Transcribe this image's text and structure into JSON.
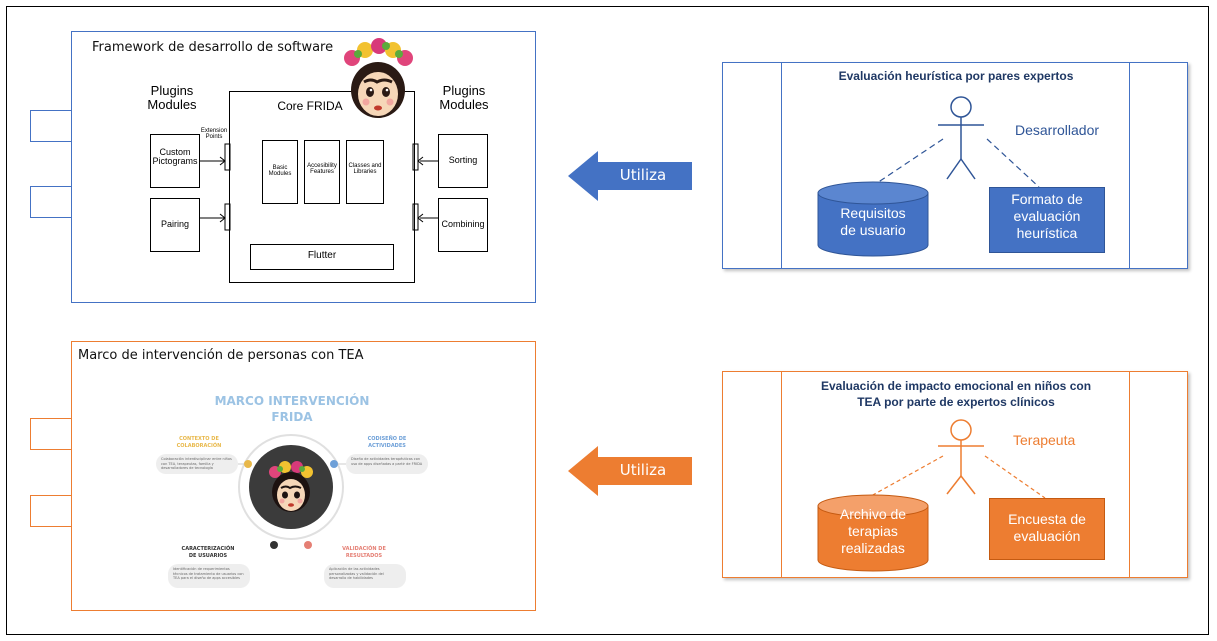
{
  "framework_panel": {
    "title": "Framework de desarrollo de software",
    "core_title": "Core FRIDA",
    "plugins_left": "Plugins\nModules",
    "plugins_right": "Plugins\nModules",
    "extension_points": "Extension\nPoints",
    "left_modules": [
      "Custom\nPictograms",
      "Pairing"
    ],
    "right_modules": [
      "Sorting",
      "Combining"
    ],
    "core_modules": [
      "Basic Modules",
      "Accesibility\nFeatures",
      "Classes and\nLibraries"
    ],
    "base_layer": "Flutter"
  },
  "intervention_panel": {
    "title": "Marco de intervención de personas con TEA",
    "infographic_title": "MARCO INTERVENCIÓN\nFRIDA",
    "quadrants": [
      {
        "heading": "CONTEXTO DE\nCOLABORACIÓN",
        "text": "Colaboración interdisciplinar entre niños con TEA, terapeutas, familia y desarrolladores de tecnología"
      },
      {
        "heading": "CODISEÑO DE\nACTIVIDADES",
        "text": "Diseño de actividades terapéuticas con uso de apps diseñadas a partir de FRIDA"
      },
      {
        "heading": "CARACTERIZACIÓN\nDE USUARIOS",
        "text": "Identificación de requerimientos técnicos de tratamiento de usuarios con TEA para el diseño de apps accesibles"
      },
      {
        "heading": "VALIDACIÓN DE\nRESULTADOS",
        "text": "Aplicación de las actividades personalizadas y validación del desarrollo de habilidades"
      }
    ]
  },
  "arrows": {
    "top_label": "Utiliza",
    "bottom_label": "Utiliza"
  },
  "heuristic_panel": {
    "title": "Evaluación heurística por pares expertos",
    "actor": "Desarrollador",
    "cylinder": "Requisitos\nde usuario",
    "box": "Formato de\nevaluación\nheurística"
  },
  "impact_panel": {
    "title": "Evaluación de impacto emocional en niños con\nTEA por parte de expertos clínicos",
    "actor": "Terapeuta",
    "cylinder": "Archivo de\nterapias\nrealizadas",
    "box": "Encuesta de\nevaluación"
  },
  "colors": {
    "blue": "#4472c4",
    "blue_dark": "#2f5597",
    "orange": "#ed7d31",
    "orange_dark": "#c55a11",
    "title_blue": "#1f3864"
  }
}
